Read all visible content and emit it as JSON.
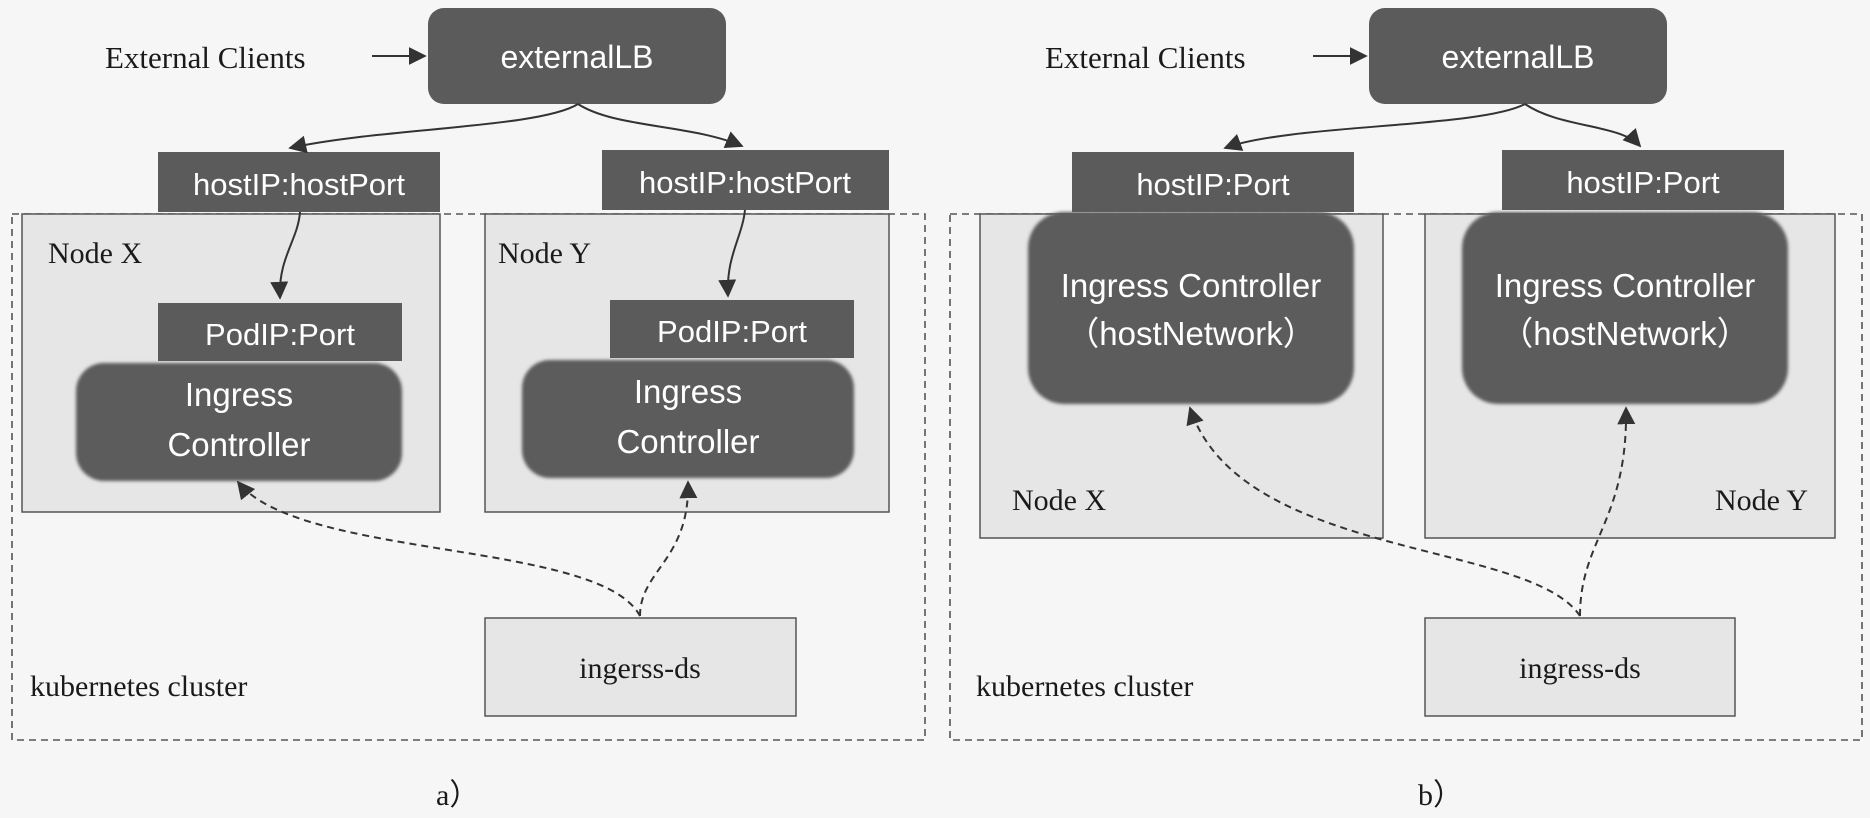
{
  "colors": {
    "background": "#f6f6f6",
    "dark_box": "#5b5b5b",
    "dark_box_text": "#ffffff",
    "light_box": "#e6e6e6",
    "border": "#555555",
    "text": "#1a1a1a"
  },
  "panel_a": {
    "external_clients": "External Clients",
    "external_lb": "externalLB",
    "node_x": {
      "label": "Node X",
      "host_port": "hostIP:hostPort",
      "pod_port": "PodIP:Port",
      "controller_line1": "Ingress",
      "controller_line2": "Controller"
    },
    "node_y": {
      "label": "Node Y",
      "host_port": "hostIP:hostPort",
      "pod_port": "PodIP:Port",
      "controller_line1": "Ingress",
      "controller_line2": "Controller"
    },
    "daemonset": "ingerss-ds",
    "cluster_label": "kubernetes cluster",
    "caption": "a）"
  },
  "panel_b": {
    "external_clients": "External Clients",
    "external_lb": "externalLB",
    "node_x": {
      "label": "Node X",
      "host_port": "hostIP:Port",
      "controller_line1": "Ingress Controller",
      "controller_line2": "（hostNetwork）"
    },
    "node_y": {
      "label": "Node Y",
      "host_port": "hostIP:Port",
      "controller_line1": "Ingress Controller",
      "controller_line2": "（hostNetwork）"
    },
    "daemonset": "ingress-ds",
    "cluster_label": "kubernetes cluster",
    "caption": "b）"
  }
}
